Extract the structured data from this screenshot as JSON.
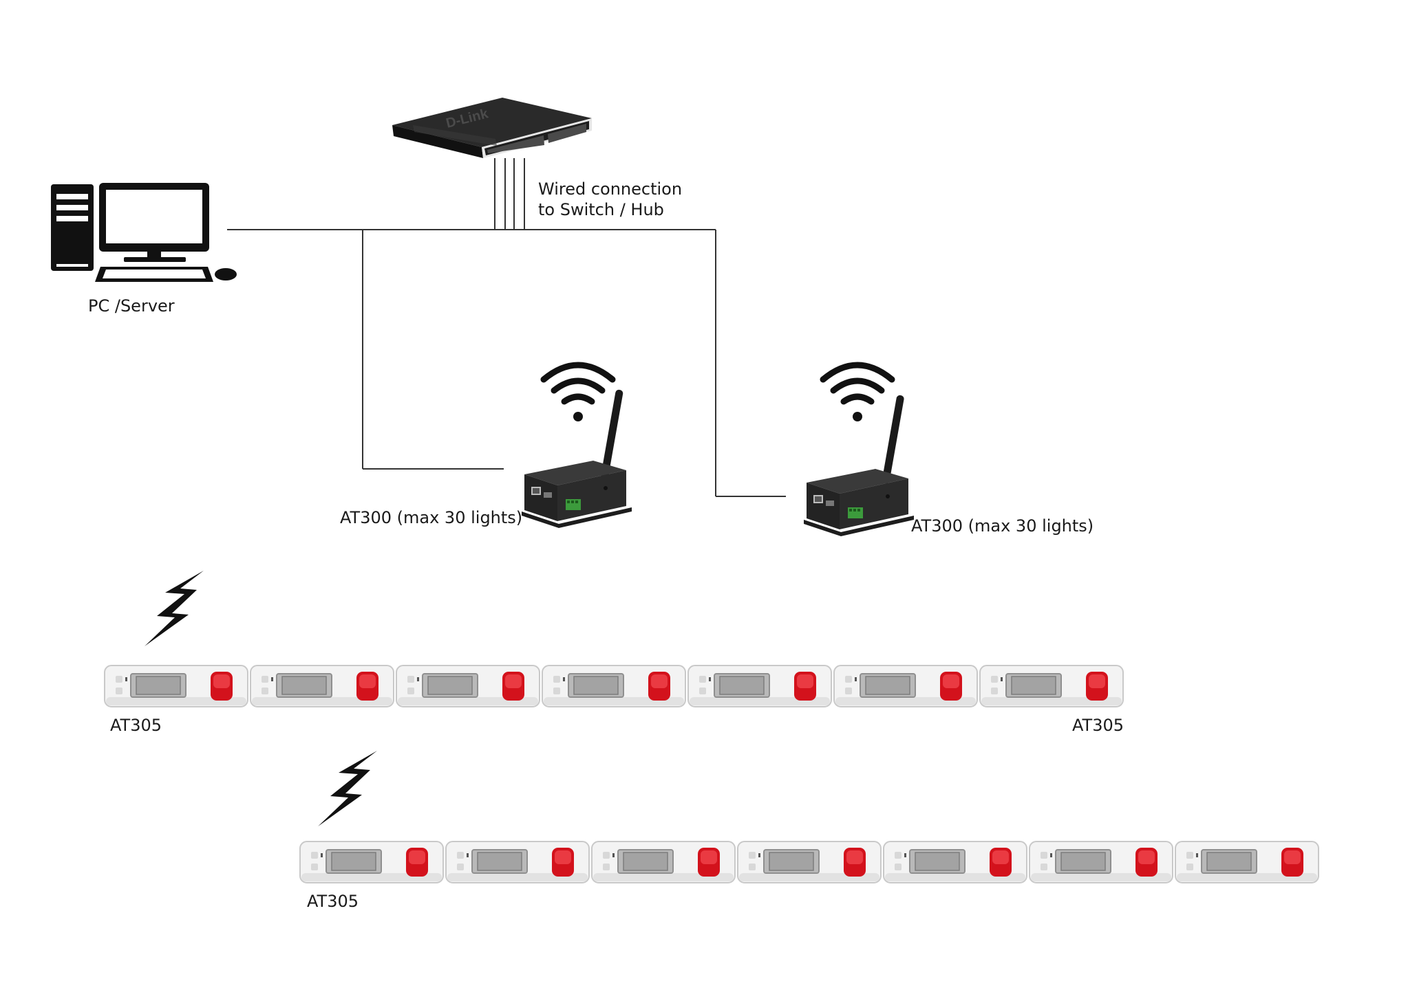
{
  "pc": {
    "label": "PC /Server"
  },
  "switch": {
    "brand": "D-Link",
    "connection_label_line1": "Wired connection",
    "connection_label_line2": "to Switch / Hub"
  },
  "gateways": [
    {
      "label": "AT300 (max 30 lights)"
    },
    {
      "label": "AT300 (max 30 lights)"
    }
  ],
  "light_rows": [
    {
      "count": 7,
      "labels": [
        "AT305",
        "AT305"
      ]
    },
    {
      "count": 7,
      "labels": [
        "AT305"
      ]
    }
  ],
  "colors": {
    "line": "#333333",
    "device_dark": "#2b2b2b",
    "light_body": "#f4f4f4",
    "light_button": "#d3121c",
    "display": "#a8a8a8"
  }
}
